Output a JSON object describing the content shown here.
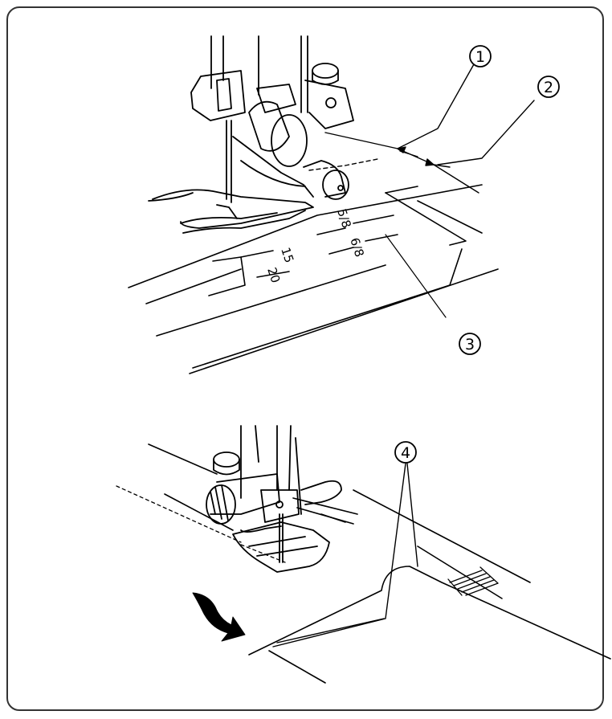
{
  "callouts": [
    {
      "id": "1",
      "label": "1"
    },
    {
      "id": "2",
      "label": "2"
    },
    {
      "id": "3",
      "label": "3"
    },
    {
      "id": "4",
      "label": "4"
    }
  ],
  "seam_guide": {
    "mark_5_8": "5/8",
    "mark_6_8": "6/8",
    "mark_15": "15",
    "mark_20": "20"
  }
}
